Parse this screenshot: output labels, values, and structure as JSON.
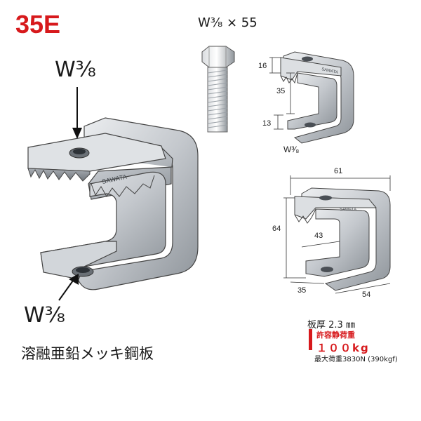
{
  "title": {
    "model": "35E"
  },
  "bolt": {
    "label": "W³⁄₈ × 55"
  },
  "main_view": {
    "top_thread": "W³⁄₈",
    "bottom_thread": "W³⁄₈",
    "brand": "SAWATA"
  },
  "material": "溶融亜鉛メッキ鋼板",
  "side_view": {
    "dim_top": "16",
    "dim_middle": "35",
    "dim_bottom": "13",
    "thread": "W³⁄₈",
    "brand": "SAWATA"
  },
  "iso_view": {
    "width_top": "61",
    "height": "64",
    "inner_depth": "43",
    "base_width": "35",
    "base_length": "54",
    "brand": "SAWATA"
  },
  "specs": {
    "plate": "板厚 2.3 ㎜",
    "static_load_label": "許容静荷重",
    "static_load_value": "１００kg",
    "max_load": "最大荷重3830N (390kgf)"
  },
  "colors": {
    "model_red": "#d7191c",
    "steel": "#bfc3c8"
  }
}
